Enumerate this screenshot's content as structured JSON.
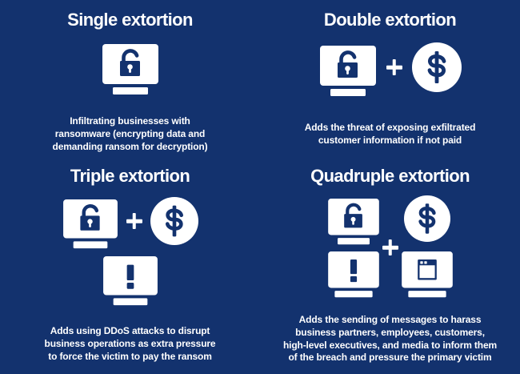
{
  "theme": {
    "background_color": "#13326E",
    "foreground_color": "#FFFFFF"
  },
  "panels": [
    {
      "id": "single-extortion",
      "title": "Single extortion",
      "description": "Infiltrating businesses with\nransomware (encrypting data and\ndemanding ransom for decryption)",
      "icons": [
        "monitor-lock-icon"
      ],
      "operators": []
    },
    {
      "id": "double-extortion",
      "title": "Double extortion",
      "description": "Adds the threat of exposing exfiltrated\ncustomer information if not paid",
      "icons": [
        "monitor-lock-icon",
        "dollar-coin-icon"
      ],
      "operators": [
        "plus-icon"
      ]
    },
    {
      "id": "triple-extortion",
      "title": "Triple extortion",
      "description": "Adds using DDoS attacks to disrupt\nbusiness operations as extra pressure\nto force the victim to pay the ransom",
      "icons": [
        "monitor-lock-icon",
        "dollar-coin-icon",
        "monitor-alert-icon"
      ],
      "operators": [
        "plus-icon"
      ]
    },
    {
      "id": "quadruple-extortion",
      "title": "Quadruple extortion",
      "description": "Adds the sending of messages to harass\nbusiness partners, employees, customers,\nhigh-level executives, and media to inform them\nof the breach and pressure the primary victim",
      "icons": [
        "monitor-lock-icon",
        "dollar-coin-icon",
        "monitor-alert-icon",
        "monitor-browser-icon"
      ],
      "operators": [
        "plus-icon"
      ]
    }
  ]
}
